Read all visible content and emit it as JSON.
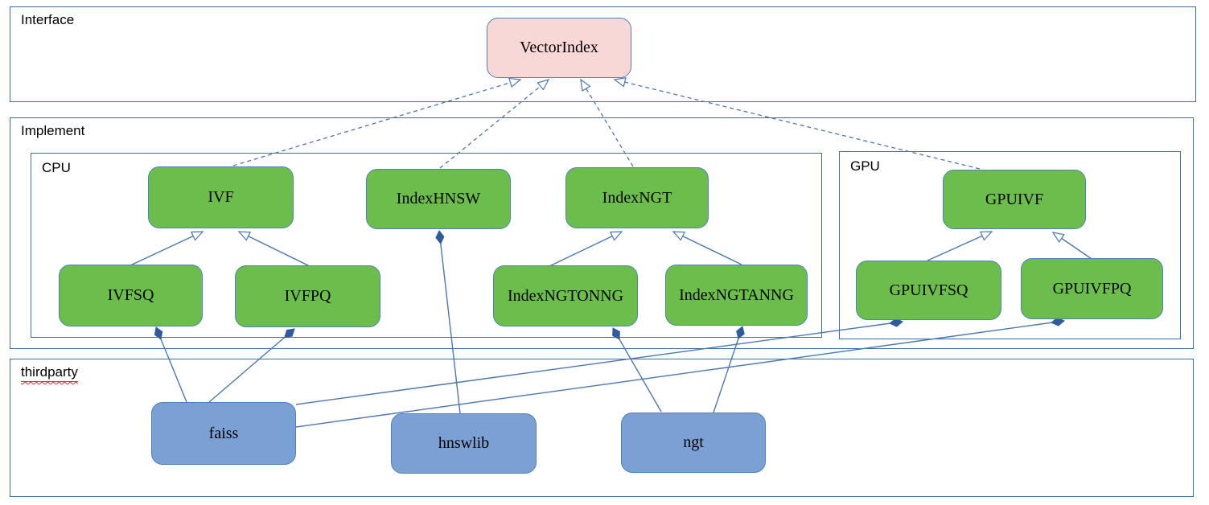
{
  "sections": {
    "interface": {
      "label": "Interface"
    },
    "implement": {
      "label": "Implement"
    },
    "cpu": {
      "label": "CPU"
    },
    "gpu": {
      "label": "GPU"
    },
    "thirdparty": {
      "label": "thirdparty"
    }
  },
  "nodes": {
    "vectorindex": {
      "label": "VectorIndex",
      "kind": "interface"
    },
    "ivf": {
      "label": "IVF",
      "kind": "cpu-implementation"
    },
    "indexhnsw": {
      "label": "IndexHNSW",
      "kind": "cpu-implementation"
    },
    "indexngt": {
      "label": "IndexNGT",
      "kind": "cpu-implementation"
    },
    "ivfsq": {
      "label": "IVFSQ",
      "kind": "cpu-implementation"
    },
    "ivfpq": {
      "label": "IVFPQ",
      "kind": "cpu-implementation"
    },
    "indexngtonng": {
      "label": "IndexNGTONNG",
      "kind": "cpu-implementation"
    },
    "indexngtanng": {
      "label": "IndexNGTANNG",
      "kind": "cpu-implementation"
    },
    "gpuivf": {
      "label": "GPUIVF",
      "kind": "gpu-implementation"
    },
    "gpuivfsq": {
      "label": "GPUIVFSQ",
      "kind": "gpu-implementation"
    },
    "gpuivfpq": {
      "label": "GPUIVFPQ",
      "kind": "gpu-implementation"
    },
    "faiss": {
      "label": "faiss",
      "kind": "thirdparty"
    },
    "hnswlib": {
      "label": "hnswlib",
      "kind": "thirdparty"
    },
    "ngt": {
      "label": "ngt",
      "kind": "thirdparty"
    }
  },
  "edges": [
    {
      "from": "IVF",
      "to": "VectorIndex",
      "type": "realization"
    },
    {
      "from": "IndexHNSW",
      "to": "VectorIndex",
      "type": "realization"
    },
    {
      "from": "IndexNGT",
      "to": "VectorIndex",
      "type": "realization"
    },
    {
      "from": "GPUIVF",
      "to": "VectorIndex",
      "type": "realization"
    },
    {
      "from": "IVFSQ",
      "to": "IVF",
      "type": "generalization"
    },
    {
      "from": "IVFPQ",
      "to": "IVF",
      "type": "generalization"
    },
    {
      "from": "IndexNGTONNG",
      "to": "IndexNGT",
      "type": "generalization"
    },
    {
      "from": "IndexNGTANNG",
      "to": "IndexNGT",
      "type": "generalization"
    },
    {
      "from": "GPUIVFSQ",
      "to": "GPUIVF",
      "type": "generalization"
    },
    {
      "from": "GPUIVFPQ",
      "to": "GPUIVF",
      "type": "generalization"
    },
    {
      "from": "hnswlib",
      "to": "IndexHNSW",
      "type": "composition"
    },
    {
      "from": "faiss",
      "to": "IVFSQ",
      "type": "composition"
    },
    {
      "from": "faiss",
      "to": "IVFPQ",
      "type": "composition"
    },
    {
      "from": "ngt",
      "to": "IndexNGTONNG",
      "type": "composition"
    },
    {
      "from": "ngt",
      "to": "IndexNGTANNG",
      "type": "composition"
    },
    {
      "from": "faiss",
      "to": "GPUIVFSQ",
      "type": "composition"
    },
    {
      "from": "faiss",
      "to": "GPUIVFPQ",
      "type": "composition"
    }
  ],
  "colors": {
    "interface_node_fill": "#F8D8D7",
    "implementation_node_fill": "#6CBE4C",
    "thirdparty_node_fill": "#7AA0D4",
    "node_border": "#4E81BD",
    "section_border": "#3D6DAE",
    "edge_line": "#4A77B4",
    "composition_diamond": "#2E5C9E",
    "spellcheck_wave": "#E02B2B"
  }
}
